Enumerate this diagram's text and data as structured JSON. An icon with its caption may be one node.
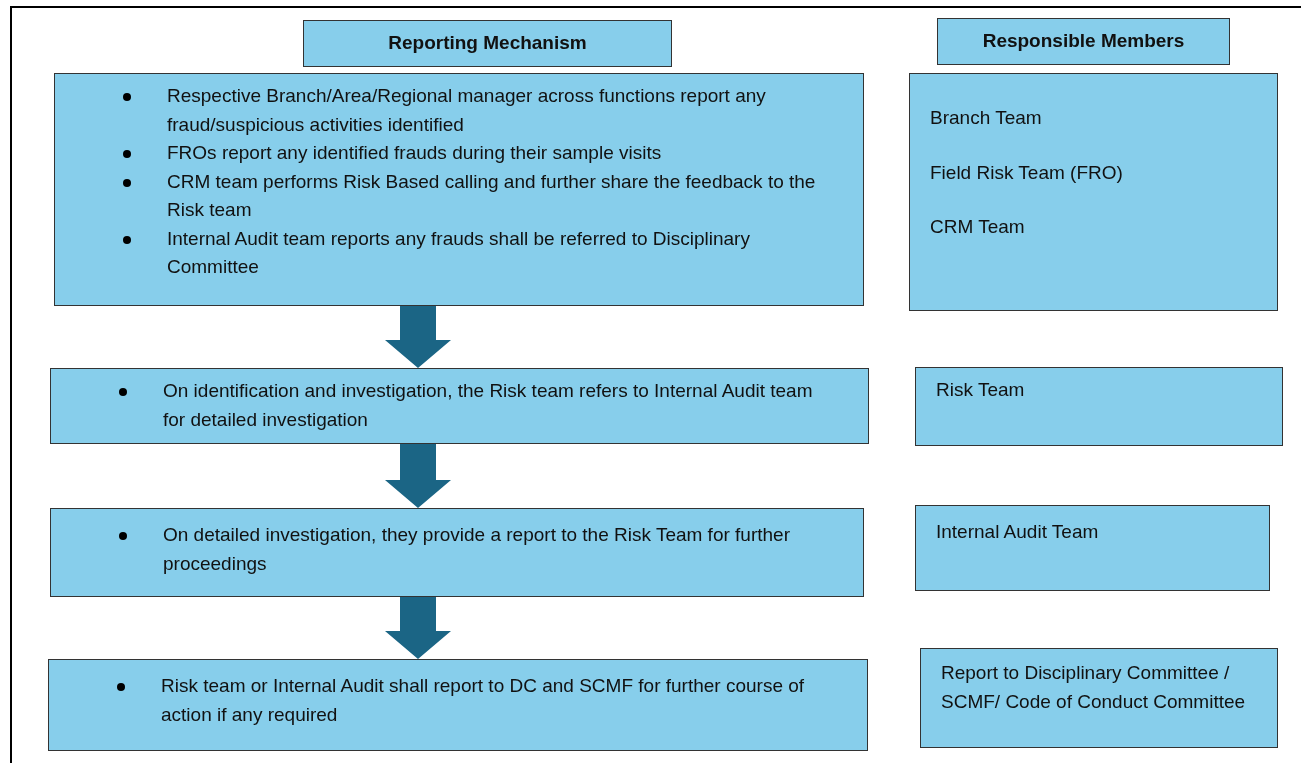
{
  "diagram": {
    "nodes": [
      {
        "text": [
          "Reporting Mechanism"
        ]
      },
      {
        "text": [
          "Responsible Members"
        ]
      },
      {
        "text": [
          "Respective Branch/Area/Regional manager across functions report any fraud/suspicious activities identified",
          "FROs report any identified frauds during their sample visits",
          "CRM team performs Risk Based calling and further share the feedback to the Risk team",
          "Internal Audit team reports any frauds  shall be referred to Disciplinary Committee"
        ]
      },
      {
        "text": [
          "Branch Team",
          "Field Risk Team (FRO)",
          "CRM Team"
        ]
      },
      {
        "text": [
          "On identification and investigation, the Risk team refers to Internal Audit team for detailed investigation"
        ]
      },
      {
        "text": [
          "Risk Team"
        ]
      },
      {
        "text": [
          "On detailed investigation, they provide a report to the Risk Team for further proceedings"
        ]
      },
      {
        "text": [
          "Internal Audit Team"
        ]
      },
      {
        "text": [
          "Risk team or Internal Audit shall report to DC and SCMF for further course of action if any required"
        ]
      },
      {
        "text": [
          "Report to Disciplinary Committee / SCMF/ Code of Conduct Committee"
        ]
      }
    ],
    "edges": [
      {
        "from": 2,
        "to": 4,
        "arrow": "to",
        "style": "thick"
      },
      {
        "from": 4,
        "to": 6,
        "arrow": "to",
        "style": "thick"
      },
      {
        "from": 6,
        "to": 8,
        "arrow": "to",
        "style": "thick"
      }
    ]
  }
}
